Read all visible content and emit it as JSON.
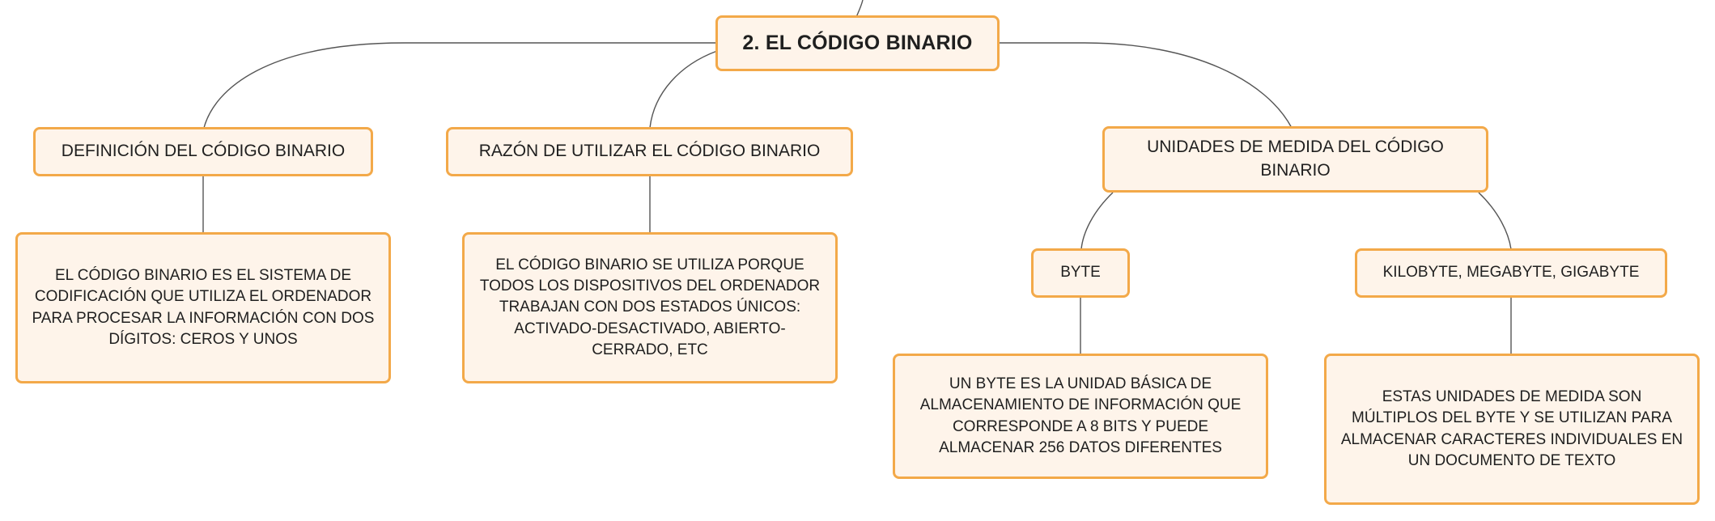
{
  "root": {
    "label": "2. EL CÓDIGO BINARIO"
  },
  "topics": [
    {
      "id": "definicion",
      "label": "DEFINICIÓN DEL CÓDIGO BINARIO",
      "description": "EL CÓDIGO BINARIO ES EL SISTEMA DE CODIFICACIÓN QUE UTILIZA EL ORDENADOR PARA PROCESAR LA INFORMACIÓN CON DOS DÍGITOS: CEROS Y UNOS"
    },
    {
      "id": "razon",
      "label": "RAZÓN DE UTILIZAR EL CÓDIGO BINARIO",
      "description": "EL CÓDIGO BINARIO SE UTILIZA PORQUE TODOS LOS DISPOSITIVOS DEL ORDENADOR TRABAJAN CON DOS ESTADOS ÚNICOS: ACTIVADO-DESACTIVADO, ABIERTO-CERRADO, ETC"
    },
    {
      "id": "unidades",
      "label": "UNIDADES DE MEDIDA DEL CÓDIGO BINARIO",
      "children": [
        {
          "id": "byte",
          "label": "BYTE",
          "description": "UN BYTE ES LA UNIDAD BÁSICA DE ALMACENAMIENTO DE INFORMACIÓN QUE CORRESPONDE A 8 BITS Y PUEDE ALMACENAR 256 DATOS DIFERENTES"
        },
        {
          "id": "multiplos",
          "label": "KILOBYTE, MEGABYTE, GIGABYTE",
          "description": "ESTAS UNIDADES DE MEDIDA SON MÚLTIPLOS DEL BYTE Y SE UTILIZAN PARA ALMACENAR CARACTERES INDIVIDUALES EN UN DOCUMENTO DE TEXTO"
        }
      ]
    }
  ],
  "colors": {
    "node_fill": "#fef4ea",
    "node_border": "#f3a949",
    "connector": "#555555",
    "text": "#1f1f1f"
  }
}
